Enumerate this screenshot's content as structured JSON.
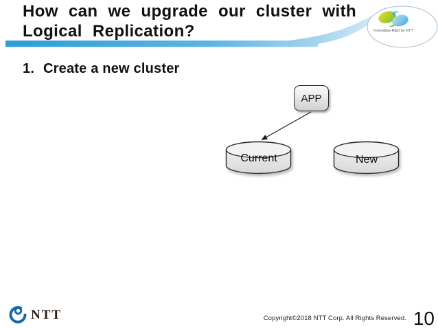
{
  "title": {
    "line1": "How can we upgrade our cluster with",
    "line2": "Logical Replication?"
  },
  "header_logo": {
    "caption": "Innovative R&D by NTT"
  },
  "body": {
    "step": {
      "number": "1.",
      "label": "Create a new cluster"
    },
    "diagram": {
      "app_label": "APP",
      "current_label": "Current",
      "new_label": "New"
    }
  },
  "footer": {
    "brand": "NTT",
    "copyright": "Copyright©2018 NTT Corp. All Rights Reserved.",
    "page": "10"
  },
  "colors": {
    "bar-blue": "#2d9ed7",
    "bar-blue-light": "#a9d6ee",
    "swoosh-fill": "#b9dcf0",
    "ellipse-stroke": "#a8bfcc",
    "swoosh-yellow": "#f0df17",
    "swoosh-green": "#6cbf46",
    "swoosh-blue": "#45aadf",
    "swoosh-blue-light": "#bfe3f6",
    "ntt-blue": "#1767ac",
    "brand-text": "#2b1d16",
    "text-black": "#111111"
  }
}
